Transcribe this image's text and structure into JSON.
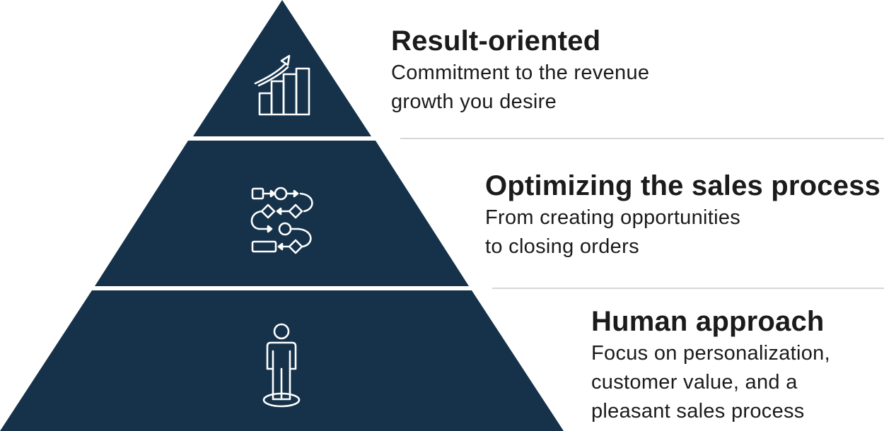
{
  "colors": {
    "pyramid_fill": "#16324a",
    "icon_stroke": "#ffffff",
    "text": "#1b1b1b",
    "divider": "#d7d7d7"
  },
  "tiers": [
    {
      "title": "Result-oriented",
      "description": "Commitment to the revenue\ngrowth you desire",
      "icon": "growth-chart-icon"
    },
    {
      "title": "Optimizing the sales process",
      "description": "From creating opportunities\nto closing orders",
      "icon": "process-flow-icon"
    },
    {
      "title": "Human approach",
      "description": "Focus on personalization,\ncustomer value, and a\npleasant sales process",
      "icon": "person-icon"
    }
  ]
}
